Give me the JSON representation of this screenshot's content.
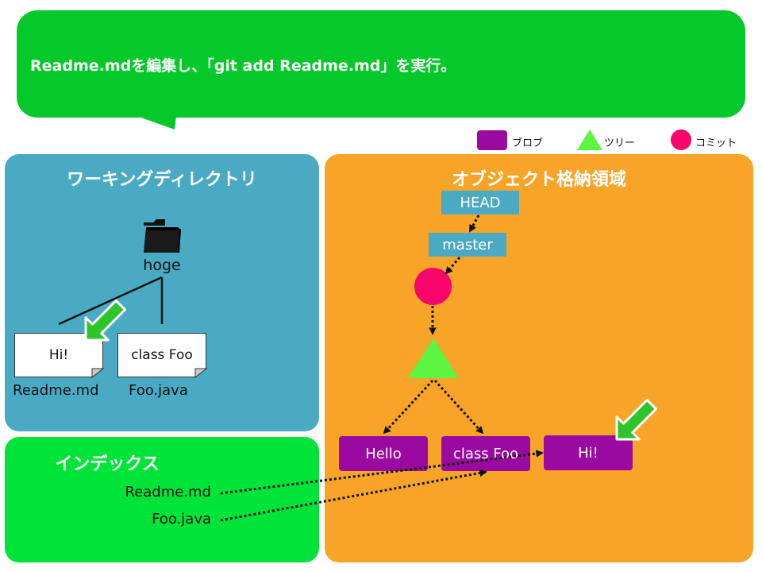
{
  "bubble": {
    "text": "Readme.mdを編集し、「git add Readme.md」を実行。"
  },
  "legend": {
    "blob": {
      "label": "ブロブ",
      "color": "#9b0aa0"
    },
    "tree": {
      "label": "ツリー",
      "color": "#5bf542"
    },
    "commit": {
      "label": "コミット",
      "color": "#f7056a"
    }
  },
  "working_directory": {
    "title": "ワーキングディレクトリ",
    "folder": {
      "icon": "folder-icon",
      "name": "hoge"
    },
    "files": [
      {
        "name": "Readme.md",
        "content": "Hi!"
      },
      {
        "name": "Foo.java",
        "content": "class Foo"
      }
    ]
  },
  "index": {
    "title": "インデックス",
    "entries": [
      "Readme.md",
      "Foo.java"
    ]
  },
  "object_store": {
    "title": "オブジェクト格納領域",
    "refs": {
      "head": "HEAD",
      "master": "master"
    },
    "blobs": [
      "Hello",
      "class Foo",
      "Hi!"
    ]
  },
  "colors": {
    "bubble": "#05c92a",
    "working_directory": "#4aaac4",
    "index": "#00e43a",
    "object_store": "#f7a428",
    "ref": "#4aaac4",
    "highlight_arrow": "#2ec52a"
  }
}
